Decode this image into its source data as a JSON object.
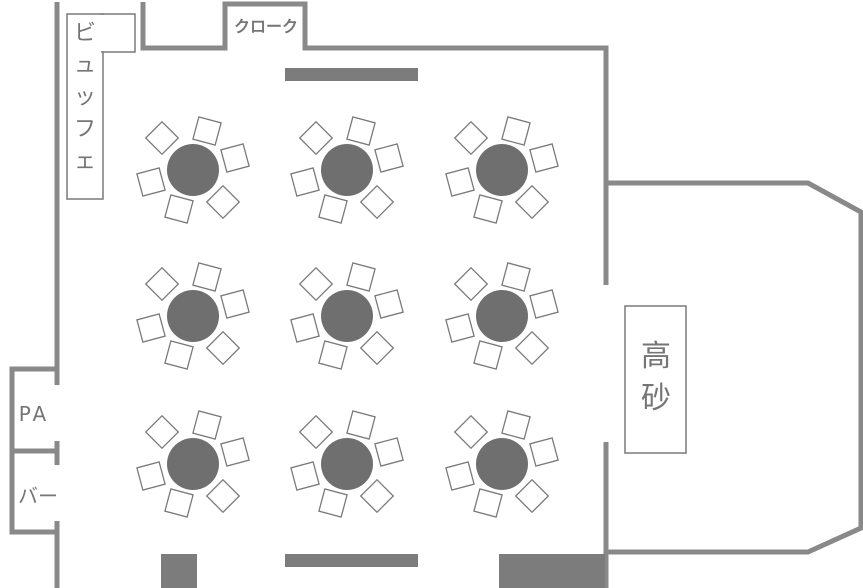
{
  "labels": {
    "buffet": [
      "ビ",
      "ュ",
      "ッ",
      "フ",
      "ェ"
    ],
    "cloak": "クローク",
    "pa": "PA",
    "bar": "バー",
    "stage": [
      "高",
      "砂"
    ]
  },
  "layout_info": {
    "table_rows": 3,
    "table_cols": 3,
    "chairs_per_table": 6
  },
  "colors": {
    "wall": "#898989",
    "table": "#6f6f6f",
    "outline": "#7a7a7a",
    "text": "#757575"
  }
}
